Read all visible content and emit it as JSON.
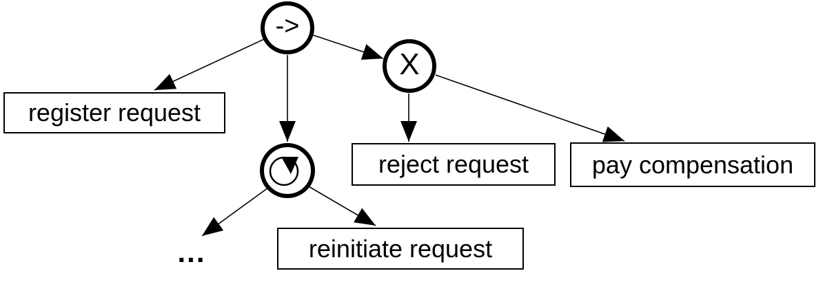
{
  "canvas": {
    "background_color": "#ffffff",
    "ink_color": "#000000"
  },
  "tree": {
    "operators": [
      {
        "id": "sequence",
        "label": "->"
      },
      {
        "id": "xor",
        "label": "X"
      },
      {
        "id": "loop",
        "icon": "clockwise-loop-arrow-icon"
      }
    ],
    "activities": [
      {
        "id": "register",
        "label": "register request"
      },
      {
        "id": "reject",
        "label": "reject request"
      },
      {
        "id": "pay",
        "label": "pay compensation"
      },
      {
        "id": "reinitiate",
        "label": "reinitiate request"
      },
      {
        "id": "ellipsis",
        "label": "..."
      }
    ],
    "edges": [
      {
        "from": "sequence",
        "to": "register"
      },
      {
        "from": "sequence",
        "to": "loop"
      },
      {
        "from": "sequence",
        "to": "xor"
      },
      {
        "from": "xor",
        "to": "reject"
      },
      {
        "from": "xor",
        "to": "pay"
      },
      {
        "from": "loop",
        "to": "ellipsis"
      },
      {
        "from": "loop",
        "to": "reinitiate"
      }
    ]
  }
}
